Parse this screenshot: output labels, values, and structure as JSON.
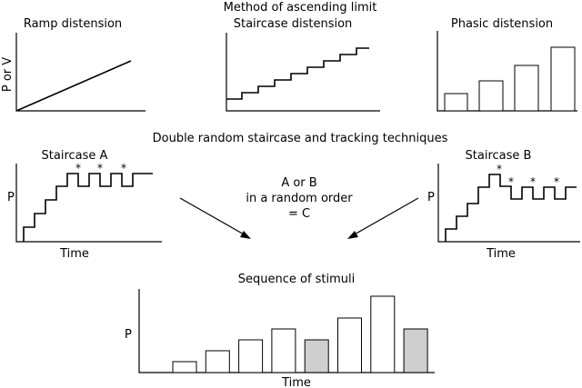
{
  "top": {
    "title": "Method of ascending limit",
    "ramp": {
      "label": "Ramp distension",
      "ylabel": "P or V"
    },
    "staircase": {
      "label": "Staircase distension"
    },
    "phasic": {
      "label": "Phasic distension"
    }
  },
  "middle": {
    "title": "Double random staircase and tracking techniques",
    "staircase_a": {
      "label": "Staircase A",
      "ylabel": "P",
      "xlabel": "Time",
      "marker": "*"
    },
    "staircase_b": {
      "label": "Staircase B",
      "ylabel": "P",
      "xlabel": "Time",
      "marker": "*"
    },
    "combine_text": [
      "A or B",
      "in a random order",
      "= C"
    ]
  },
  "bottom": {
    "title": "Sequence of stimuli",
    "ylabel": "P",
    "xlabel": "Time",
    "bars": [
      {
        "value": 1,
        "shaded": false
      },
      {
        "value": 2,
        "shaded": false
      },
      {
        "value": 3,
        "shaded": false
      },
      {
        "value": 4,
        "shaded": false
      },
      {
        "value": 3,
        "shaded": true
      },
      {
        "value": 5,
        "shaded": false
      },
      {
        "value": 7,
        "shaded": false
      },
      {
        "value": 4,
        "shaded": true
      }
    ]
  },
  "colors": {
    "line": "#000000",
    "bar_fill": "#ffffff",
    "bar_shaded": "#cfcfcf"
  }
}
